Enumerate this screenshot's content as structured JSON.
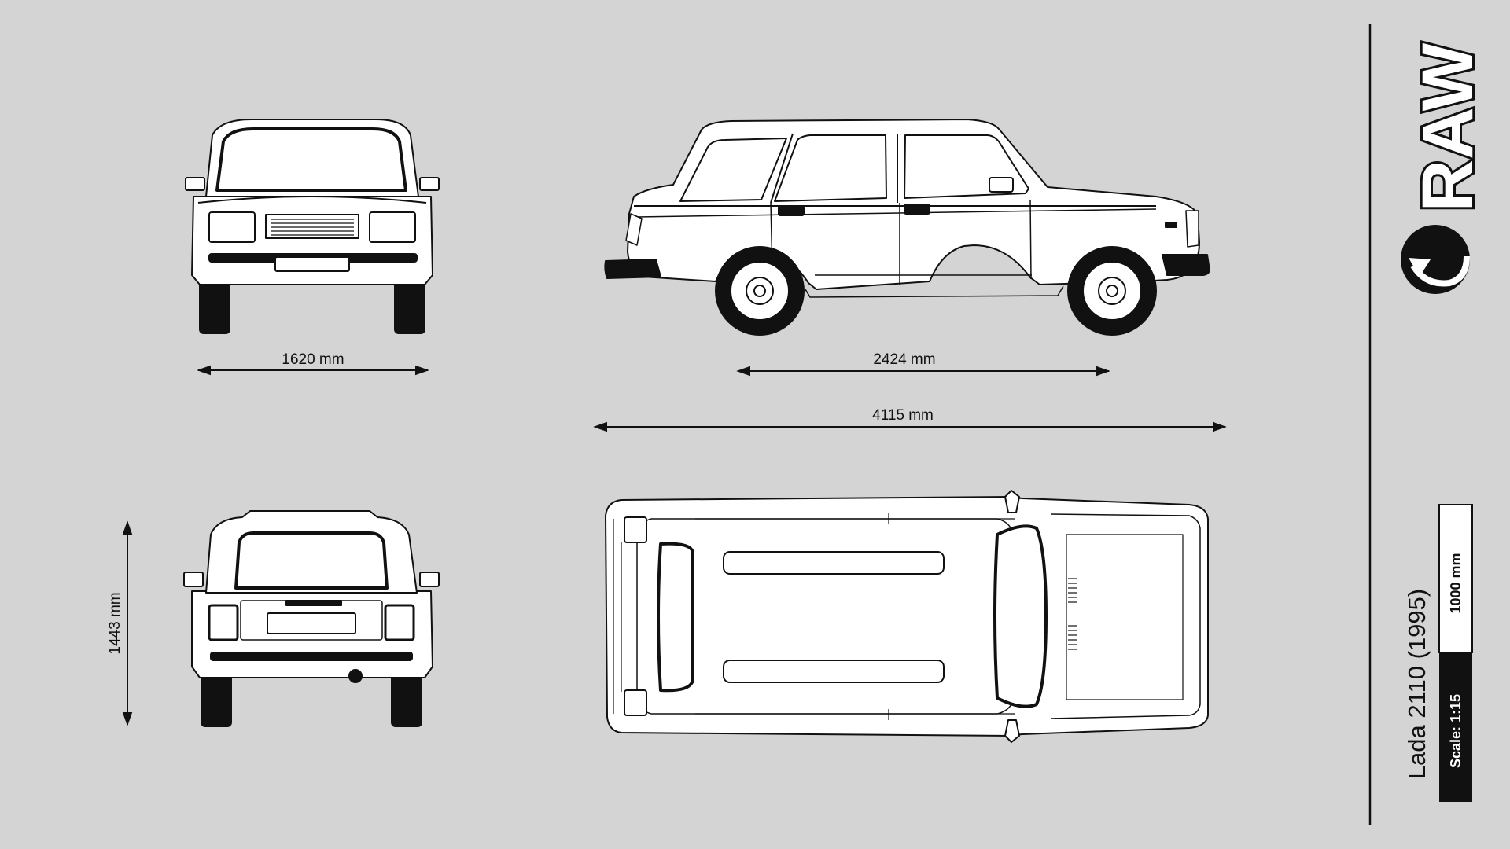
{
  "dimensions": {
    "width": "1620 mm",
    "wheelbase": "2424 mm",
    "length": "4115 mm",
    "height": "1443 mm"
  },
  "title_block": {
    "logo_text": "RAW",
    "vehicle_title": "Lada 2110 (1995)",
    "scale_bar_label": "1000 mm",
    "scale_label": "Scale: 1:15"
  },
  "icons": {
    "logo_mark": "circular-arrow-icon"
  },
  "colors": {
    "background": "#d4d4d4",
    "line": "#111111",
    "body_fill": "#ffffff"
  }
}
